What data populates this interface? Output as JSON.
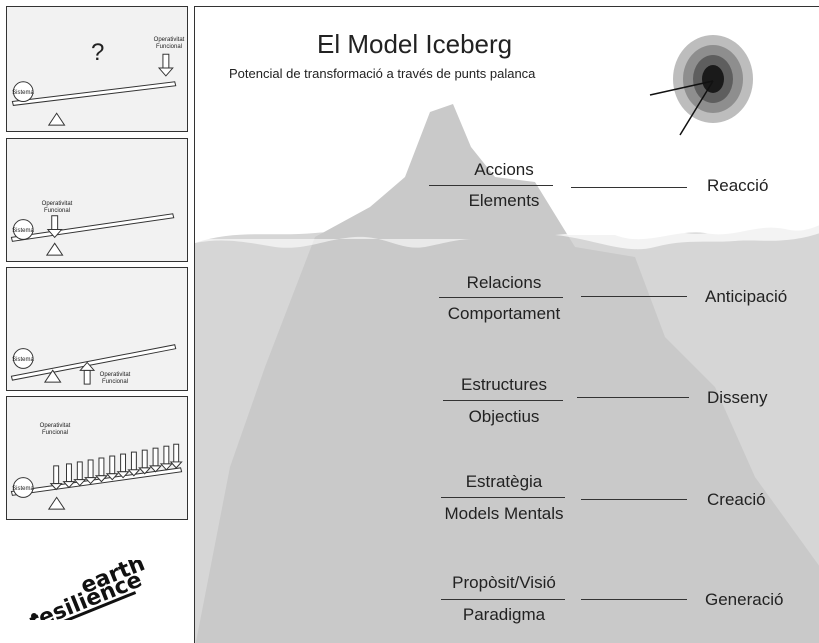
{
  "side_panels": [
    {
      "question_mark": "?",
      "label": "Operativitat\nFuncional",
      "system_label": "Sistema"
    },
    {
      "label": "Operativitat\nFuncional",
      "system_label": "Sistema"
    },
    {
      "label": "Operativitat\nFuncional",
      "system_label": "Sistema"
    },
    {
      "label": "Operativitat\nFuncional",
      "system_label": "Sistema"
    }
  ],
  "logo": {
    "line1": "resilience",
    "line2": "earth"
  },
  "diagram": {
    "title": "El Model Iceberg",
    "subtitle": "Potencial de transformació a través de punts palanca",
    "levels": [
      {
        "top": "Accions",
        "bottom": "Elements",
        "right": "Reacció"
      },
      {
        "top": "Relacions",
        "bottom": "Comportament",
        "right": "Anticipació"
      },
      {
        "top": "Estructures",
        "bottom": "Objectius",
        "right": "Disseny"
      },
      {
        "top": "Estratègia",
        "bottom": "Models Mentals",
        "right": "Creació"
      },
      {
        "top": "Propòsit/Visió",
        "bottom": "Paradigma",
        "right": "Generació"
      }
    ]
  },
  "colors": {
    "iceberg": "#c9c9c9",
    "water": "#d6d6d6",
    "panel_bg": "#f2f2f2",
    "ink": "#222222"
  }
}
